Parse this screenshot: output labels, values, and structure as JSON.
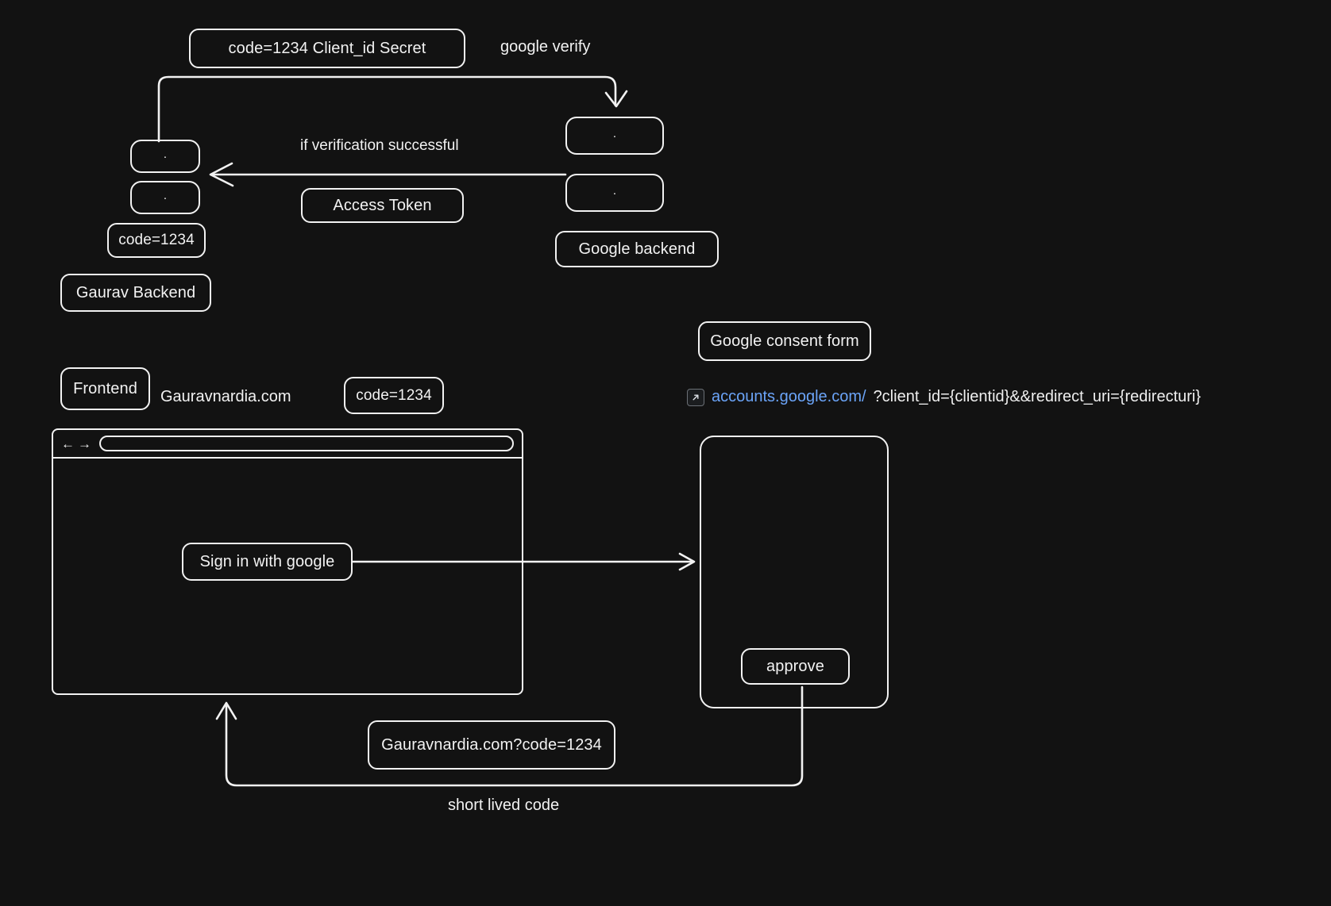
{
  "diagram": {
    "title": "Google OAuth authorization-code flow (whiteboard sketch)",
    "background_color": "#121212",
    "stroke_color": "#f2f2f2",
    "link_color": "#6ba4f8"
  },
  "top_section": {
    "token_request_box": "code=1234    Client_id    Secret",
    "google_verify_label": "google verify",
    "verification_label": "if verification successful",
    "access_token_box": "Access Token",
    "google_backend_box": "Google backend",
    "code_box": "code=1234",
    "gaurav_backend_box": "Gaurav Backend",
    "dot_glyph": "."
  },
  "bottom_section": {
    "frontend_box": "Frontend",
    "site_label": "Gauravnardia.com",
    "code_box": "code=1234",
    "consent_form_box": "Google consent form",
    "url": {
      "icon": "external-link-icon",
      "domain": "accounts.google.com/",
      "query": "?client_id={clientid}&&redirect_uri={redirecturi}"
    },
    "browser": {
      "back_arrow": "←",
      "forward_arrow": "→",
      "address_value": "",
      "sign_in_button": "Sign in with google"
    },
    "approve_button": "approve",
    "redirect_box": "Gauravnardia.com?code=1234",
    "short_lived_label": "short lived code"
  }
}
